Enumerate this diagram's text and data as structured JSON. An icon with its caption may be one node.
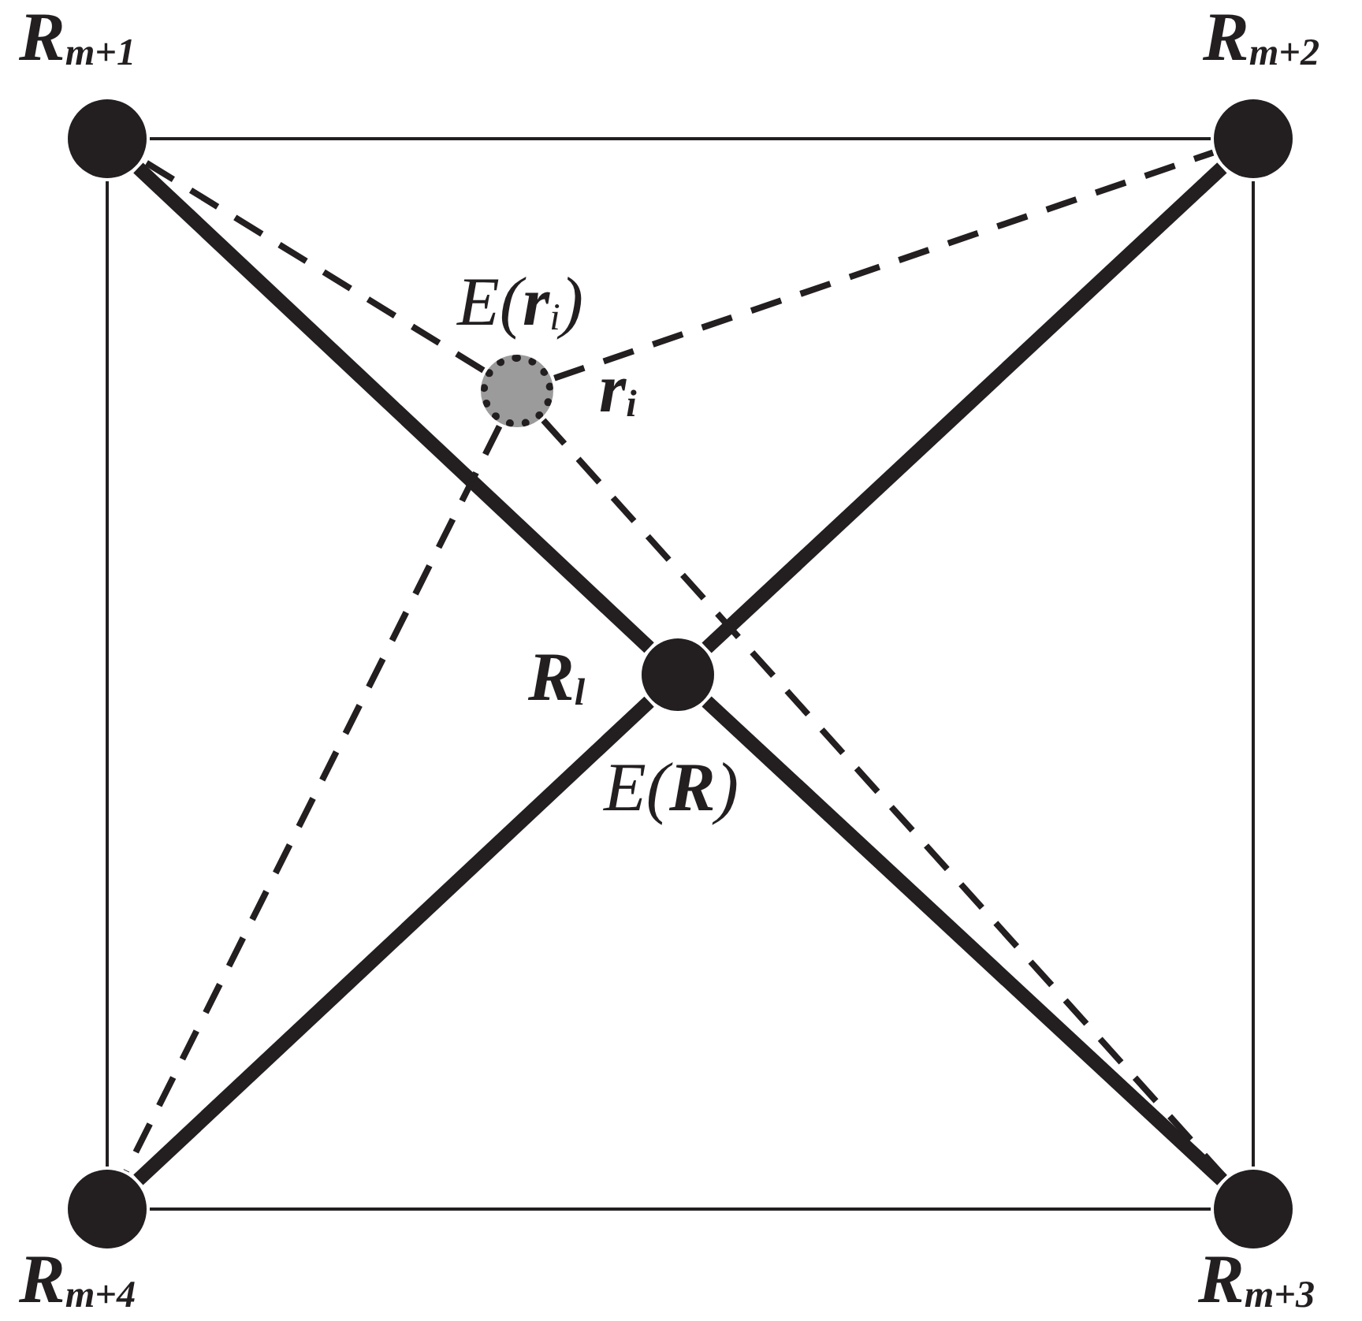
{
  "diagram": {
    "nodes": [
      {
        "text": [],
        "shape": "circle",
        "beside": [
          "R$_{m+1}$"
        ]
      },
      {
        "text": [],
        "shape": "circle",
        "beside": [
          "R$_{m+2}$"
        ]
      },
      {
        "text": [],
        "shape": "circle",
        "beside": [
          "E(**r**$_{i}$)",
          "r$_{i}$"
        ]
      },
      {
        "text": [],
        "shape": "circle",
        "beside": [
          "R$_{l}$",
          "E(**R**)"
        ]
      },
      {
        "text": [],
        "shape": "circle",
        "beside": [
          "R$_{m+3}$"
        ]
      },
      {
        "text": [],
        "shape": "circle",
        "beside": [
          "R$_{m+4}$"
        ]
      }
    ],
    "edges": [
      {
        "from": 0,
        "to": 1,
        "arrow": "none"
      },
      {
        "from": 1,
        "to": 4,
        "arrow": "none"
      },
      {
        "from": 5,
        "to": 4,
        "arrow": "none"
      },
      {
        "from": 0,
        "to": 5,
        "arrow": "none"
      },
      {
        "from": 0,
        "to": 3,
        "arrow": "none",
        "style": "thick"
      },
      {
        "from": 3,
        "to": 4,
        "arrow": "none",
        "style": "thick"
      },
      {
        "from": 1,
        "to": 3,
        "arrow": "none",
        "style": "thick"
      },
      {
        "from": 3,
        "to": 5,
        "arrow": "none",
        "style": "thick"
      },
      {
        "from": 2,
        "to": 0,
        "arrow": "none",
        "style": "dashed"
      },
      {
        "from": 2,
        "to": 1,
        "arrow": "none",
        "style": "dashed"
      },
      {
        "from": 2,
        "to": 5,
        "arrow": "none",
        "style": "dashed"
      },
      {
        "from": 2,
        "to": 4,
        "arrow": "none",
        "style": "dashed"
      }
    ]
  }
}
